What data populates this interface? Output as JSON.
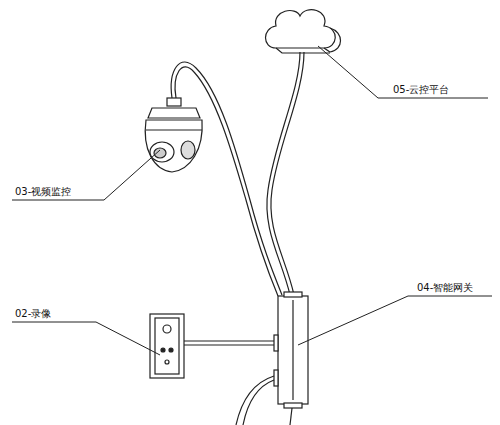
{
  "diagram": {
    "labels": [
      "05-云控平台",
      "03-视频监控",
      "04-智能网关",
      "02-录像"
    ]
  }
}
